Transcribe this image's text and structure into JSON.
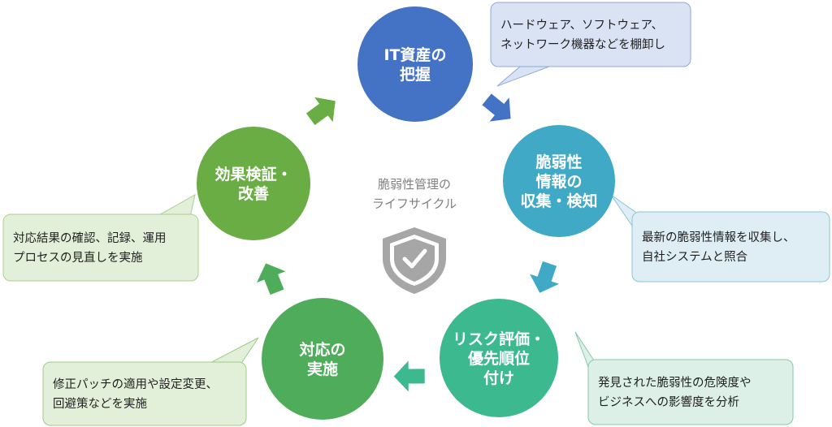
{
  "center": {
    "lines": [
      "脆弱性管理の",
      "ライフサイクル"
    ],
    "icon": "shield-check-icon"
  },
  "nodes": [
    {
      "id": "asset",
      "lines": [
        "IT資産の",
        "把握"
      ],
      "color": "#4472c4"
    },
    {
      "id": "collect",
      "lines": [
        "脆弱性",
        "情報の",
        "収集・検知"
      ],
      "color": "#3fa9c6"
    },
    {
      "id": "risk",
      "lines": [
        "リスク評価・",
        "優先順位",
        "付け"
      ],
      "color": "#3cb98e"
    },
    {
      "id": "respond",
      "lines": [
        "対応の",
        "実施"
      ],
      "color": "#4fac5b"
    },
    {
      "id": "verify",
      "lines": [
        "効果検証・",
        "改善"
      ],
      "color": "#6aad45"
    }
  ],
  "callouts": [
    {
      "id": "asset",
      "lines": [
        "ハードウェア、ソフトウェア、",
        "ネットワーク機器などを棚卸し"
      ],
      "fill": "#dae3f3",
      "stroke": "#8faadc"
    },
    {
      "id": "collect",
      "lines": [
        "最新の脆弱性情報を収集し、",
        "自社システムと照合"
      ],
      "fill": "#deeef4",
      "stroke": "#8cc4d6"
    },
    {
      "id": "risk",
      "lines": [
        "発見された脆弱性の危険度や",
        "ビジネスへの影響度を分析"
      ],
      "fill": "#dcf0e7",
      "stroke": "#86c9ab"
    },
    {
      "id": "respond",
      "lines": [
        "修正パッチの適用や設定変更、",
        "回避策などを実施"
      ],
      "fill": "#e2f0d9",
      "stroke": "#9fcd84"
    },
    {
      "id": "verify",
      "lines": [
        "対応結果の確認、記録、運用",
        "プロセスの見直しを実施"
      ],
      "fill": "#e2f0d9",
      "stroke": "#a9d18e"
    }
  ],
  "arrows": [
    {
      "from": "asset",
      "to": "collect",
      "color": "#4472c4"
    },
    {
      "from": "collect",
      "to": "risk",
      "color": "#3fa9c6"
    },
    {
      "from": "risk",
      "to": "respond",
      "color": "#3cb98e"
    },
    {
      "from": "respond",
      "to": "verify",
      "color": "#4fac5b"
    },
    {
      "from": "verify",
      "to": "asset",
      "color": "#6aad45"
    }
  ]
}
